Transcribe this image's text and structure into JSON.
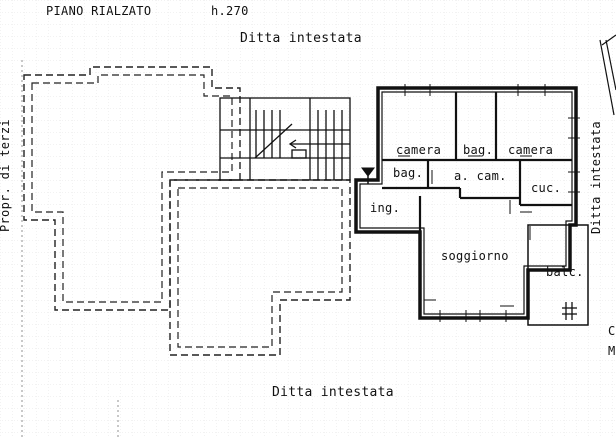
{
  "header": {
    "floor": "PIANO RIALZATO",
    "height": "h.270"
  },
  "neighbors": {
    "top": "Ditta intestata",
    "bottom": "Ditta intestata",
    "right": "Ditta intestata",
    "left": "Propr. di terzi"
  },
  "rooms": {
    "camera_1": "camera",
    "bagno_1": "bag.",
    "camera_2": "camera",
    "bagno_2": "bag.",
    "anti_camera": "a. cam.",
    "cucina": "cuc.",
    "ingresso": "ing.",
    "soggiorno": "soggiorno",
    "balcone": "balc."
  },
  "margin_fragments": {
    "right_c": "C",
    "right_m": "M"
  }
}
